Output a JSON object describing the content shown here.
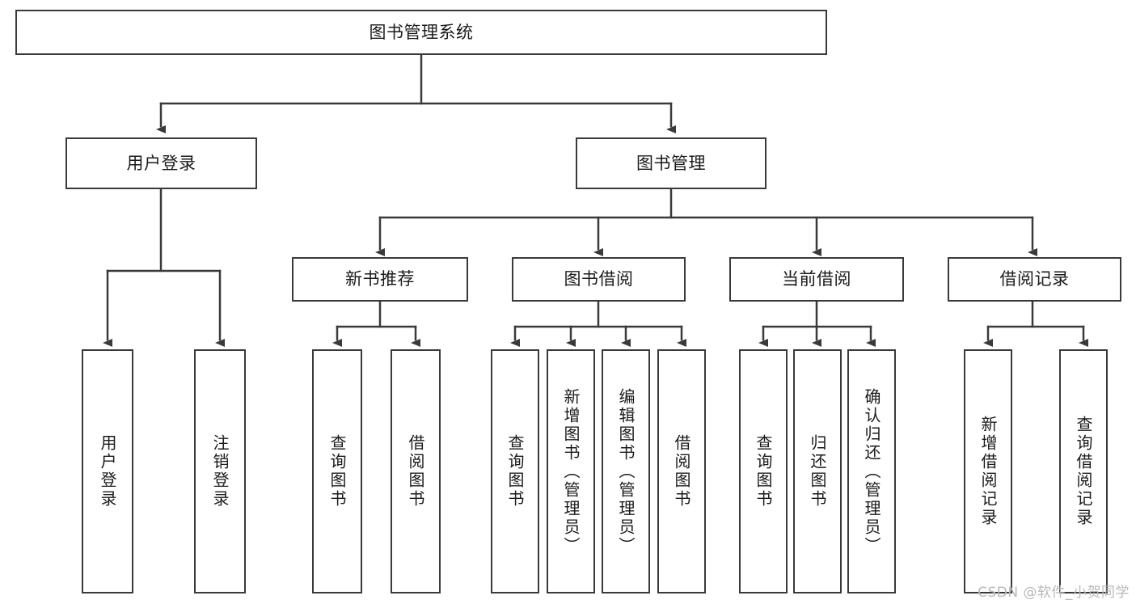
{
  "diagram": {
    "type": "tree",
    "title": "图书管理系统",
    "root": {
      "id": "root",
      "label": "图书管理系统"
    },
    "level2": [
      {
        "id": "user-login",
        "label": "用户登录"
      },
      {
        "id": "book-manage",
        "label": "图书管理"
      }
    ],
    "level3": [
      {
        "id": "new-book-rec",
        "label": "新书推荐",
        "parent": "book-manage"
      },
      {
        "id": "book-borrow",
        "label": "图书借阅",
        "parent": "book-manage"
      },
      {
        "id": "current-borrow",
        "label": "当前借阅",
        "parent": "book-manage"
      },
      {
        "id": "borrow-record",
        "label": "借阅记录",
        "parent": "book-manage"
      }
    ],
    "leaves": [
      {
        "id": "leaf-user-login",
        "label": "用户登录",
        "parent": "user-login"
      },
      {
        "id": "leaf-user-logout",
        "label": "注销登录",
        "parent": "user-login"
      },
      {
        "id": "leaf-query-book-1",
        "label": "查询图书",
        "parent": "new-book-rec"
      },
      {
        "id": "leaf-borrow-book-1",
        "label": "借阅图书",
        "parent": "new-book-rec"
      },
      {
        "id": "leaf-query-book-2",
        "label": "查询图书",
        "parent": "book-borrow"
      },
      {
        "id": "leaf-add-book",
        "label": "新增图书（管理员）",
        "parent": "book-borrow"
      },
      {
        "id": "leaf-edit-book",
        "label": "编辑图书（管理员）",
        "parent": "book-borrow"
      },
      {
        "id": "leaf-borrow-book-2",
        "label": "借阅图书",
        "parent": "book-borrow"
      },
      {
        "id": "leaf-query-book-3",
        "label": "查询图书",
        "parent": "current-borrow"
      },
      {
        "id": "leaf-return-book",
        "label": "归还图书",
        "parent": "current-borrow"
      },
      {
        "id": "leaf-confirm-return",
        "label": "确认归还（管理员）",
        "parent": "current-borrow"
      },
      {
        "id": "leaf-add-record",
        "label": "新增借阅记录",
        "parent": "borrow-record"
      },
      {
        "id": "leaf-query-record",
        "label": "查询借阅记录",
        "parent": "borrow-record"
      }
    ],
    "colors": {
      "stroke": "#3a3a3a",
      "fill": "#ffffff",
      "text": "#1b1b1b",
      "watermark": "#b9b9b9"
    }
  },
  "watermark": {
    "text": "CSDN @软件_小贺同学"
  }
}
